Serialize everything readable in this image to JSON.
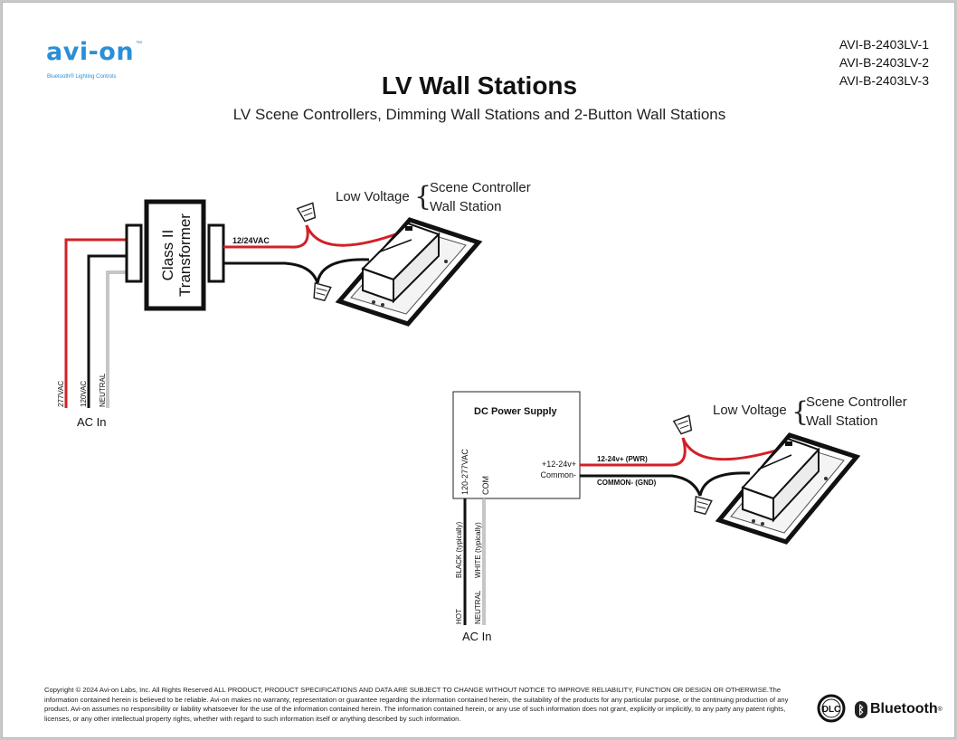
{
  "brand": {
    "logo_text": "avi-on",
    "tagline": "Bluetooth® Lighting Controls",
    "logo_color": "#2a8fd6"
  },
  "models": [
    "AVI-B-2403LV-1",
    "AVI-B-2403LV-2",
    "AVI-B-2403LV-3"
  ],
  "header": {
    "title": "LV Wall Stations",
    "subtitle": "LV Scene Controllers, Dimming Wall Stations and 2-Button Wall Stations"
  },
  "diagram_top": {
    "transformer_label_line1": "Class II",
    "transformer_label_line2": "Transformer",
    "output_label": "12/24VAC",
    "low_voltage_label": "Low Voltage",
    "device_line1": "Scene Controller",
    "device_line2": "Wall Station",
    "input_wires": [
      "277VAC",
      "120VAC",
      "NEUTRAL"
    ],
    "input_label": "AC In"
  },
  "diagram_bottom": {
    "supply_title": "DC Power Supply",
    "input_terminal": "120-277VAC",
    "com_terminal": "COM",
    "plus_terminal": "+12-24v+",
    "common_terminal": "Common-",
    "pwr_wire_label": "12-24v+ (PWR)",
    "gnd_wire_label": "COMMON- (GND)",
    "low_voltage_label": "Low Voltage",
    "device_line1": "Scene Controller",
    "device_line2": "Wall Station",
    "black_wire_label": "BLACK (typically)",
    "white_wire_label": "WHITE (typically)",
    "hot_label": "HOT",
    "neutral_label": "NEUTRAL",
    "input_label": "AC In"
  },
  "colors": {
    "hot_wire": "#d32027",
    "neutral_wire": "#111111",
    "white_wire": "#9a9a9a"
  },
  "footer": {
    "copyright": "Copyright © 2024 Avi-on Labs, Inc.  All Rights Reserved ALL PRODUCT, PRODUCT SPECIFICATIONS AND DATA ARE SUBJECT TO CHANGE WITHOUT NOTICE TO IMPROVE RELIABILITY, FUNCTION OR DESIGN OR OTHERWISE.The information contained herein is believed to be reliable. Avi-on makes no warranty, representation or guarantee regarding the information contained herein, the suitability of the products for any particular purpose, or the continuing production of any product. Avi-on assumes no responsibility or liability whatsoever for the use of the information contained herein. The information contained herein, or any use of such information does not grant, explicitly or implicitly, to any party any patent rights, licenses, or any other intellectual property rights, whether with regard to such information itself or anything described by such information.",
    "dlc_text": "DLC",
    "bluetooth_text": "Bluetooth",
    "bluetooth_mark": "®"
  }
}
